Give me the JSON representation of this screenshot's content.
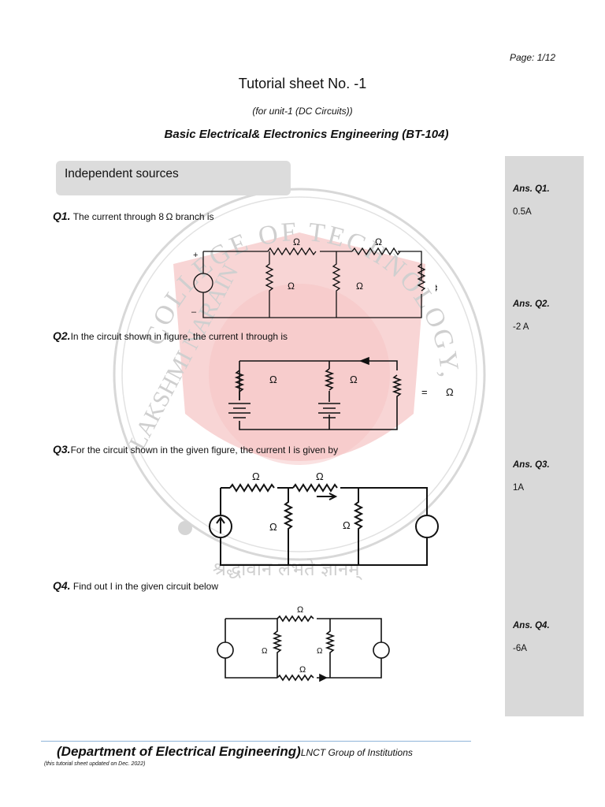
{
  "page": {
    "number_label": "Page: 1/12"
  },
  "header": {
    "title": "Tutorial sheet No. -1",
    "subtitle": "(for unit-1 (DC Circuits))",
    "course": "Basic Electrical& Electronics Engineering (BT-104)"
  },
  "section": {
    "label": "Independent sources"
  },
  "questions": [
    {
      "num": "Q1.",
      "text": "The current through 8 Ω  branch is"
    },
    {
      "num": "Q2.",
      "text": "In the circuit shown in figure, the current I through      is"
    },
    {
      "num": "Q3.",
      "text": "For the circuit shown in the given figure, the current I is given by"
    },
    {
      "num": "Q4.",
      "text": "Find out I  in the given circuit below"
    }
  ],
  "answers": [
    {
      "label": "Ans. Q1.",
      "value": "0.5A"
    },
    {
      "label": "Ans. Q2.",
      "value": "-2 A"
    },
    {
      "label": "Ans. Q3.",
      "value": "1A"
    },
    {
      "label": "Ans. Q4.",
      "value": "-6A"
    }
  ],
  "circuits": {
    "omega": "Ω",
    "plus": "+",
    "minus": "–",
    "equals": "="
  },
  "watermark": {
    "text_top": "COLLEGE OF TECHNOLOGY, BHOPAL",
    "text_left": "LAKSHMI NARAIN",
    "motto": "श्रद्धावान लभते ज्ञानम्",
    "color": "#e23b3b"
  },
  "footer": {
    "department": "(Department of Electrical Engineering)",
    "institution": "LNCT Group of Institutions",
    "note": "(this tutorial sheet updated on Dec. 2022)"
  }
}
